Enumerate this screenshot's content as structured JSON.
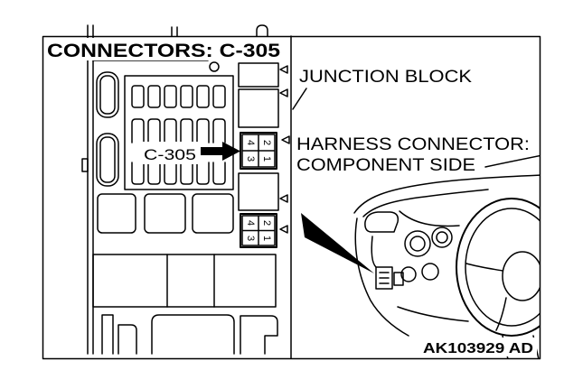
{
  "title": "CONNECTORS: C-305",
  "labels": {
    "junction_block": "JUNCTION BLOCK",
    "harness_connector": "HARNESS CONNECTOR:",
    "component_side": "COMPONENT SIDE",
    "callout": "C-305",
    "figure_code": "AK103929 AD"
  },
  "connectors": [
    {
      "pin_grid": [
        [
          "4",
          "2"
        ],
        [
          "3",
          "1"
        ]
      ]
    },
    {
      "pin_grid": [
        [
          "4",
          "2"
        ],
        [
          "3",
          "1"
        ]
      ]
    }
  ],
  "colors": {
    "ink": "#000000",
    "paper": "#ffffff"
  }
}
